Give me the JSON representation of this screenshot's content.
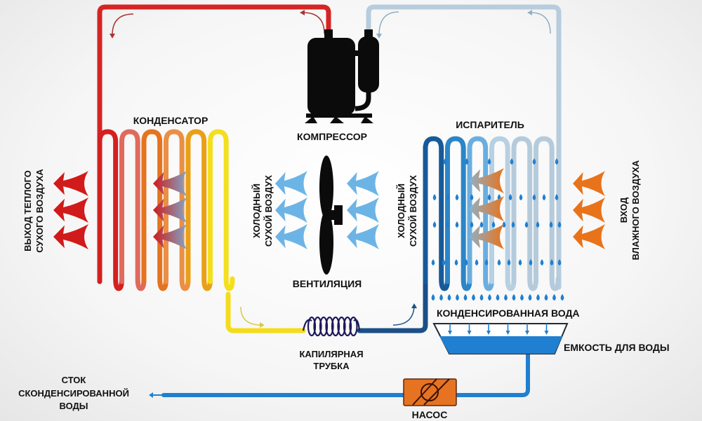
{
  "colors": {
    "hot_pipe": "#d62424",
    "cold_pipe": "#b7ccdc",
    "liquid_pipe": "#f5dc1a",
    "evap_in_pipe": "#1b4f86",
    "water": "#1f7fd0",
    "hot_arrow": "#d11a1a",
    "cool_arrow": "#6db4e6",
    "humid_arrow": "#e8731a",
    "pump": "#e67322",
    "ink": "#111111",
    "condenser_coils": [
      "#d4201f",
      "#e06a5c",
      "#e5731f",
      "#ea8f45",
      "#e9a018",
      "#f3df1e"
    ],
    "evaporator_coils": [
      "#175a9a",
      "#2b85c8",
      "#6aaee0",
      "#b7d0e2",
      "#b5cbdb",
      "#b5cbdb"
    ]
  },
  "labels": {
    "condenser": "КОНДЕНСАТОР",
    "compressor": "КОМПРЕССОР",
    "evaporator": "ИСПАРИТЕЛЬ",
    "ventilation": "ВЕНТИЛЯЦИЯ",
    "capillary_line1": "КАПИЛЯРНАЯ",
    "capillary_line2": "ТРУБКА",
    "condensed_water": "КОНДЕНСИРОВАННАЯ ВОДА",
    "water_tank": "ЕМКОСТЬ ДЛЯ ВОДЫ",
    "pump": "НАСОС",
    "drain_line1": "СТОК",
    "drain_line2": "СКОНДЕНСИРОВАННОЙ",
    "drain_line3": "ВОДЫ",
    "warm_out_line1": "ВЫХОД ТЕПЛОГО",
    "warm_out_line2": "СУХОГО ВОЗДУХА",
    "cold_dry_line1": "ХОЛОДНЫЙ",
    "cold_dry_line2": "СУХОЙ ВОЗДУХ",
    "humid_in_line1": "ВХОД",
    "humid_in_line2": "ВЛАЖНОГО ВОЗДУХА"
  },
  "icons": {
    "compressor": "compressor-icon",
    "fan": "fan-icon",
    "capillary": "capillary-coil-icon",
    "tank": "water-tank-icon",
    "pump": "pump-icon",
    "droplet": "water-droplet-icon",
    "air_arrow": "air-flow-arrow-icon"
  }
}
